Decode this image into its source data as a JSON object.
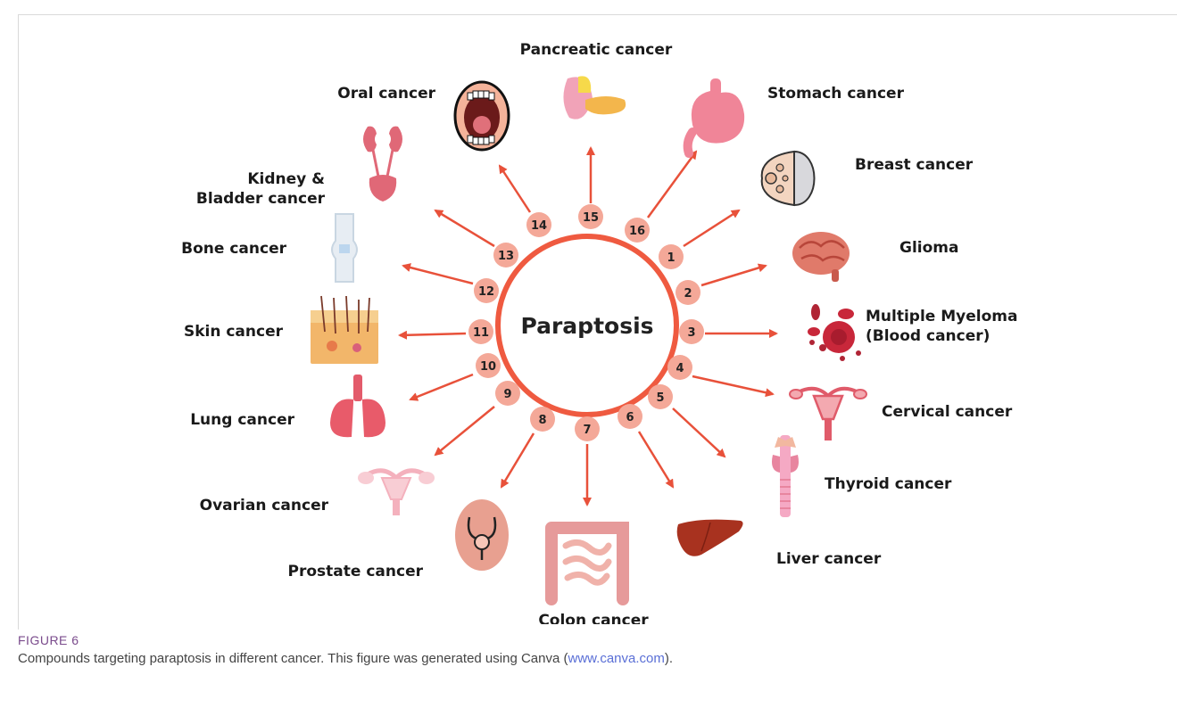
{
  "center": "Paraptosis",
  "nodes": [
    {
      "num": "1",
      "label": [
        "Breast cancer"
      ],
      "icon": "breast-icon"
    },
    {
      "num": "2",
      "label": [
        "Glioma"
      ],
      "icon": "brain-icon"
    },
    {
      "num": "3",
      "label": [
        "Multiple Myeloma",
        "(Blood cancer)"
      ],
      "icon": "blood-cells-icon"
    },
    {
      "num": "4",
      "label": [
        "Cervical cancer"
      ],
      "icon": "uterus-icon"
    },
    {
      "num": "5",
      "label": [
        "Thyroid cancer"
      ],
      "icon": "thyroid-icon"
    },
    {
      "num": "6",
      "label": [
        "Liver cancer"
      ],
      "icon": "liver-icon"
    },
    {
      "num": "7",
      "label": [
        "Colon cancer"
      ],
      "icon": "intestine-icon"
    },
    {
      "num": "8",
      "label": [
        "Prostate cancer"
      ],
      "icon": "prostate-icon"
    },
    {
      "num": "9",
      "label": [
        "Ovarian cancer"
      ],
      "icon": "ovary-icon"
    },
    {
      "num": "10",
      "label": [
        "Lung cancer"
      ],
      "icon": "lungs-icon"
    },
    {
      "num": "11",
      "label": [
        "Skin cancer"
      ],
      "icon": "skin-icon"
    },
    {
      "num": "12",
      "label": [
        "Bone cancer"
      ],
      "icon": "bone-icon"
    },
    {
      "num": "13",
      "label": [
        "Kidney &",
        "Bladder cancer"
      ],
      "icon": "kidney-icon"
    },
    {
      "num": "14",
      "label": [
        "Oral cancer"
      ],
      "icon": "mouth-icon"
    },
    {
      "num": "15",
      "label": [
        "Pancreatic cancer"
      ],
      "icon": "pancreas-icon"
    },
    {
      "num": "16",
      "label": [
        "Stomach cancer"
      ],
      "icon": "stomach-icon"
    }
  ],
  "caption": {
    "figure_label": "FIGURE 6",
    "text_before": "Compounds targeting paraptosis in different cancer. This figure was generated using Canva (",
    "link": "www.canva.com",
    "text_after": ")."
  },
  "colors": {
    "ring": "#ef5a40",
    "arrow": "#e8513a",
    "badge": "#f4a898"
  }
}
